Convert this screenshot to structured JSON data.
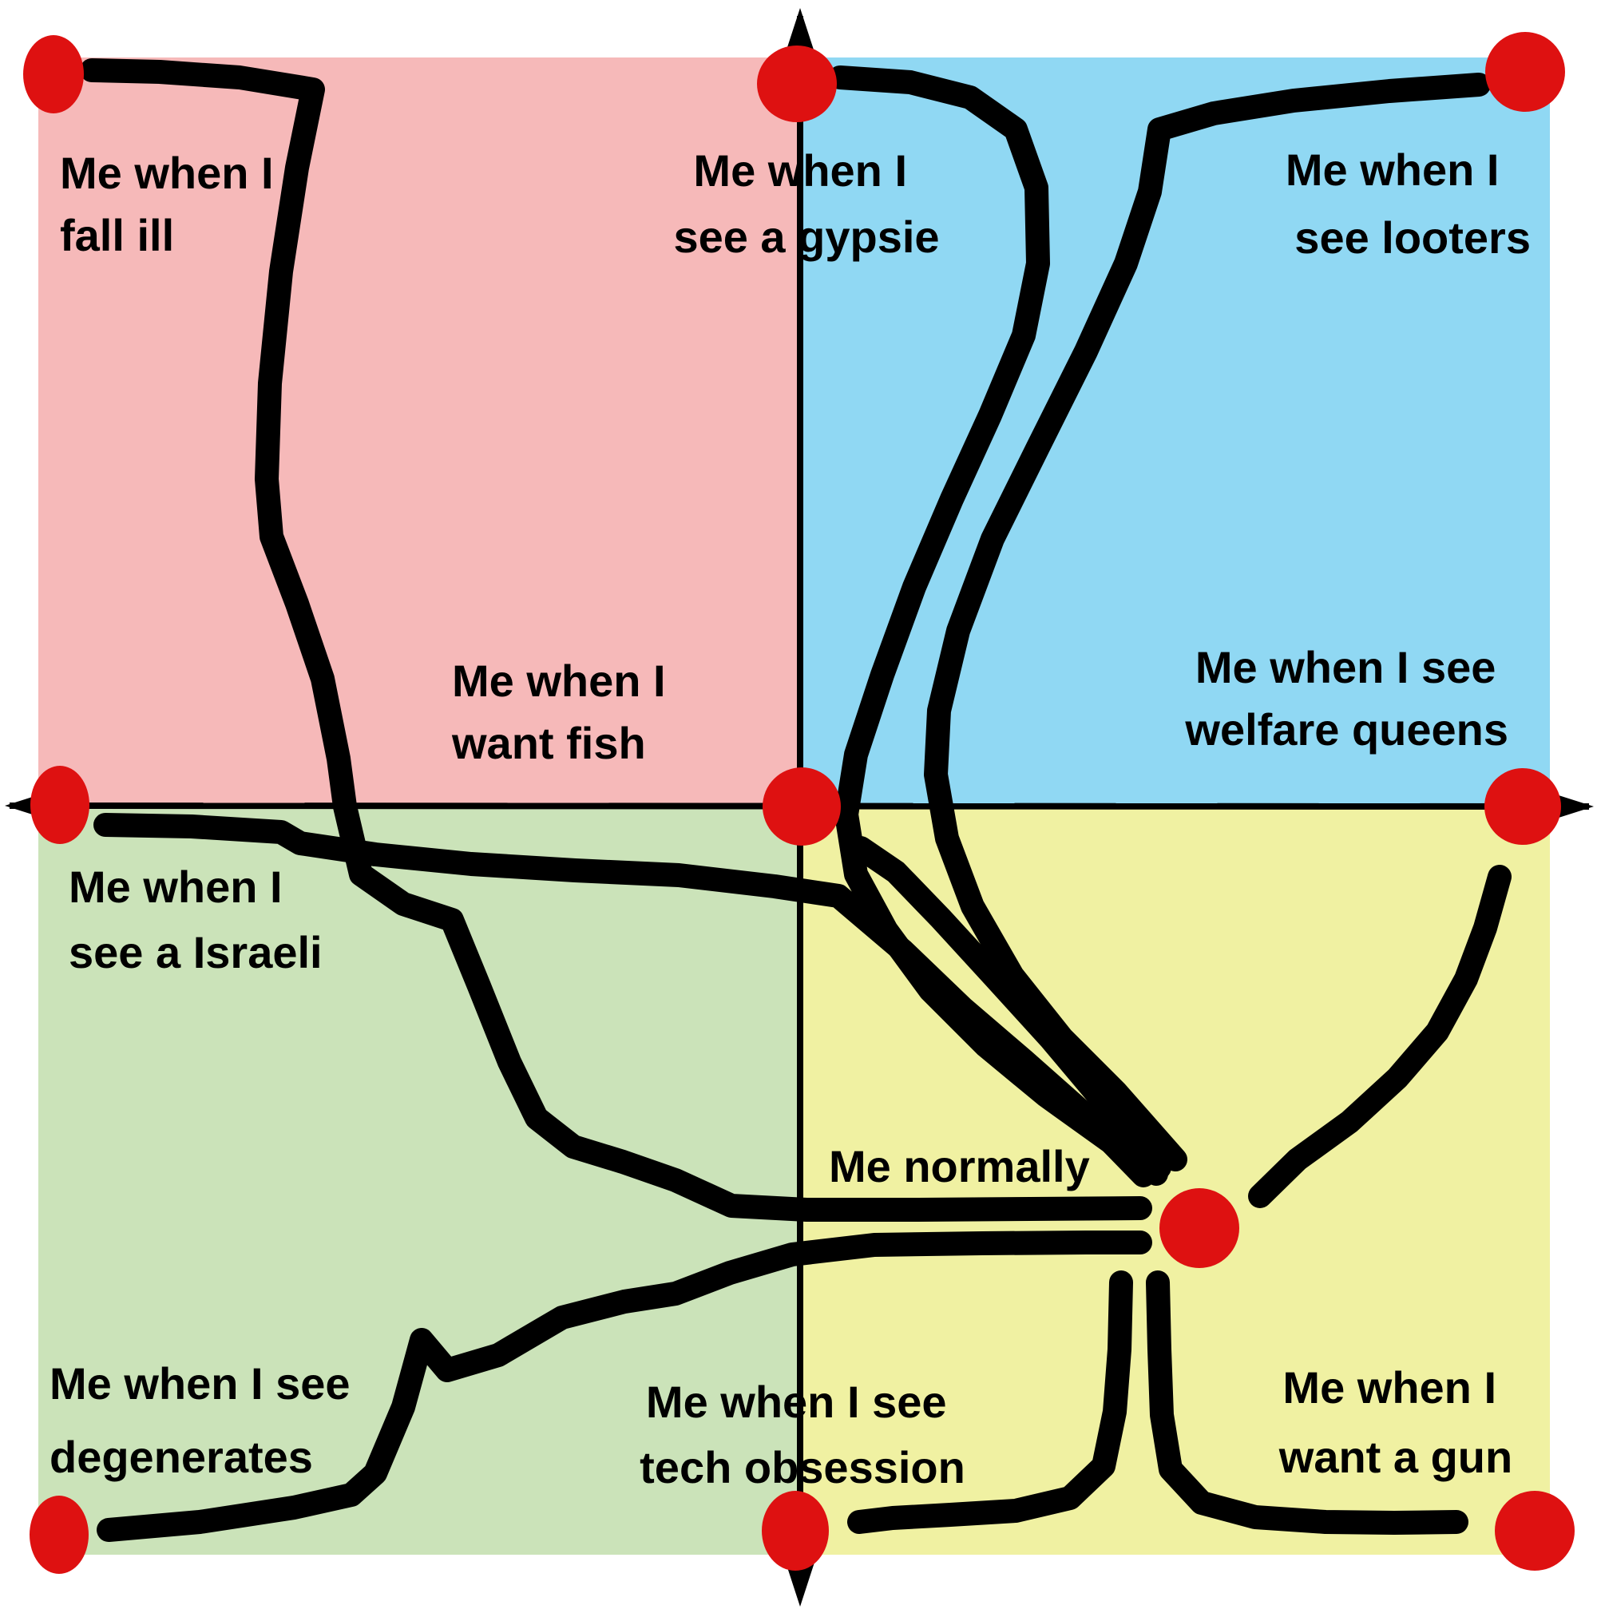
{
  "title": "Political compass reaction meme",
  "colors": {
    "background": "#FFFFFF",
    "quadrant_top_left": "#F6B9B9",
    "quadrant_top_right": "#90D8F3",
    "quadrant_bottom_left": "#CBE3B9",
    "quadrant_bottom_right": "#F0F1A2",
    "dot": "#DE1111",
    "ink": "#000000"
  },
  "labels": {
    "fall_ill": {
      "line1": "Me when I",
      "line2": "fall ill"
    },
    "see_a_gypsie": {
      "line1": "Me when I",
      "line2": "see a gypsie"
    },
    "see_looters": {
      "line1": "Me when I",
      "line2": "see looters"
    },
    "want_fish": {
      "line1": "Me when I",
      "line2": "want fish"
    },
    "welfare_queens": {
      "line1": "Me when I see",
      "line2": "welfare queens"
    },
    "see_a_israeli": {
      "line1": "Me when I",
      "line2": "see a Israeli"
    },
    "degenerates": {
      "line1": "Me when I see",
      "line2": "degenerates"
    },
    "tech_obsession": {
      "line1": "Me when I see",
      "line2": "tech obsession"
    },
    "want_a_gun": {
      "line1": "Me when I",
      "line2": "want a gun"
    },
    "me_normally": {
      "line1": "Me normally"
    }
  }
}
